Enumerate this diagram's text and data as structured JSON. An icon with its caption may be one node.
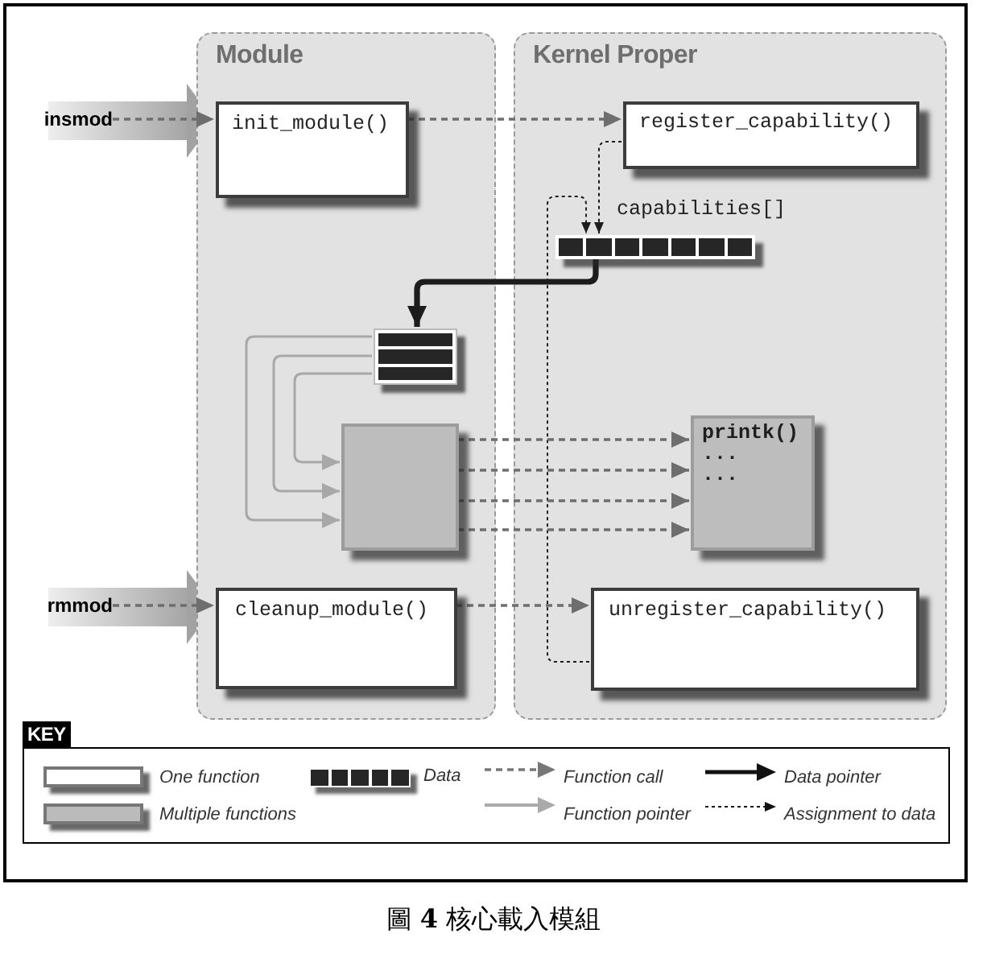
{
  "diagram": {
    "caption": "圖 **4** 核心載入模組",
    "nodes": [
      {
        "text": [
          "Module"
        ]
      },
      {
        "text": [
          "Kernel Proper"
        ]
      },
      {
        "text": [
          "insmod"
        ]
      },
      {
        "text": [
          "init_module()"
        ],
        "in": 0
      },
      {
        "text": [
          "register_capability()"
        ],
        "in": 1
      },
      {
        "text": [],
        "shape": "bar",
        "beside": [
          "capabilities[]"
        ],
        "in": 1
      },
      {
        "text": [],
        "shape": "table",
        "in": 0
      },
      {
        "text": [],
        "shape": "box",
        "in": 0
      },
      {
        "text": [
          "printk()",
          "...",
          "..."
        ],
        "in": 1
      },
      {
        "text": [
          "rmmod"
        ]
      },
      {
        "text": [
          "cleanup_module()"
        ],
        "in": 0
      },
      {
        "text": [
          "unregister_capability()"
        ],
        "in": 1
      }
    ],
    "edges": [
      {
        "from": 2,
        "to": 3,
        "arrow": "to",
        "style": "dashed"
      },
      {
        "from": 3,
        "to": 4,
        "arrow": "to",
        "style": "dashed"
      },
      {
        "from": 4,
        "to": 5,
        "arrow": "to",
        "style": "dashed",
        "color": "#1c1c1c"
      },
      {
        "from": 11,
        "to": 5,
        "arrow": "to",
        "style": "dashed",
        "color": "#1c1c1c"
      },
      {
        "from": 5,
        "to": 6,
        "arrow": "to",
        "style": "thick",
        "color": "#1c1c1c"
      },
      {
        "from": 6,
        "to": 7,
        "arrow": "to",
        "color": "#a8a8a8"
      },
      {
        "from": 6,
        "to": 7,
        "arrow": "to",
        "color": "#a8a8a8"
      },
      {
        "from": 6,
        "to": 7,
        "arrow": "to",
        "color": "#a8a8a8"
      },
      {
        "from": 7,
        "to": 8,
        "arrow": "to",
        "style": "dashed"
      },
      {
        "from": 7,
        "to": 8,
        "arrow": "to",
        "style": "dashed"
      },
      {
        "from": 7,
        "to": 8,
        "arrow": "to",
        "style": "dashed"
      },
      {
        "from": 7,
        "to": 8,
        "arrow": "to",
        "style": "dashed"
      },
      {
        "from": 9,
        "to": 10,
        "arrow": "to",
        "style": "dashed"
      },
      {
        "from": 10,
        "to": 11,
        "arrow": "to",
        "style": "dashed"
      }
    ],
    "labels": [
      "KEY"
    ],
    "legend": [
      {
        "text": "One function",
        "color": "#ffffff"
      },
      {
        "text": "Multiple functions",
        "color": "#bbbbbb"
      },
      {
        "text": "Data"
      },
      {
        "text": "Function call"
      },
      {
        "text": "Function pointer"
      },
      {
        "text": "Data pointer"
      },
      {
        "text": "Assignment to data"
      }
    ]
  }
}
